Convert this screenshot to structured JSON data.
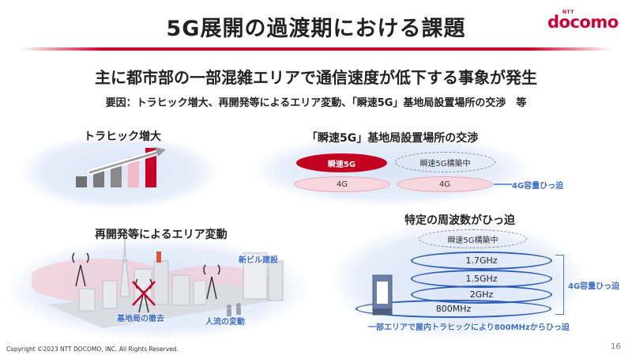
{
  "header": {
    "title": "5G展開の過渡期における課題",
    "logo_small": "NTT",
    "logo_main": "docomo"
  },
  "subtitle": "主に都市部の一部混雑エリアで通信速度が低下する事象が発生",
  "cause": "要因：トラヒック増大、再開発等によるエリア変動、「瞬速5G」基地局設置場所の交渉　等",
  "panels": {
    "traffic": {
      "heading": "トラヒック増大",
      "bar_levels": [
        0.28,
        0.44,
        0.6,
        0.78,
        1.0
      ]
    },
    "negotiation": {
      "heading": "「瞬速5G」基地局設置場所の交渉",
      "pill_5g": "瞬速5G",
      "pill_construction": "瞬速5G構築中",
      "pill_4g_left": "4G",
      "pill_4g_right": "4G",
      "note": "4G容量ひっ迫"
    },
    "redevelopment": {
      "heading": "再開発等によるエリア変動",
      "label_new_building": "新ビル建設",
      "label_station_removal": "基地局の撤去",
      "label_people_flow": "人流の変動"
    },
    "frequency": {
      "heading": "特定の周波数がひっ迫",
      "pill_construction": "瞬速5G構築中",
      "bands": [
        "1.7GHz",
        "1.5GHz",
        "2GHz",
        "800MHz"
      ],
      "note_capacity": "4G容量ひっ迫",
      "note_bottom": "一部エリアで屋内トラヒックにより800MHzからひっ迫"
    }
  },
  "footer": {
    "copyright": "Copyright ©2023 NTT DOCOMO, INC. All Rights Reserved.",
    "page": "16"
  },
  "colors": {
    "brand_red": "#cc0033",
    "accent_blue": "#2c5bb8",
    "pink": "#f7d7de"
  }
}
